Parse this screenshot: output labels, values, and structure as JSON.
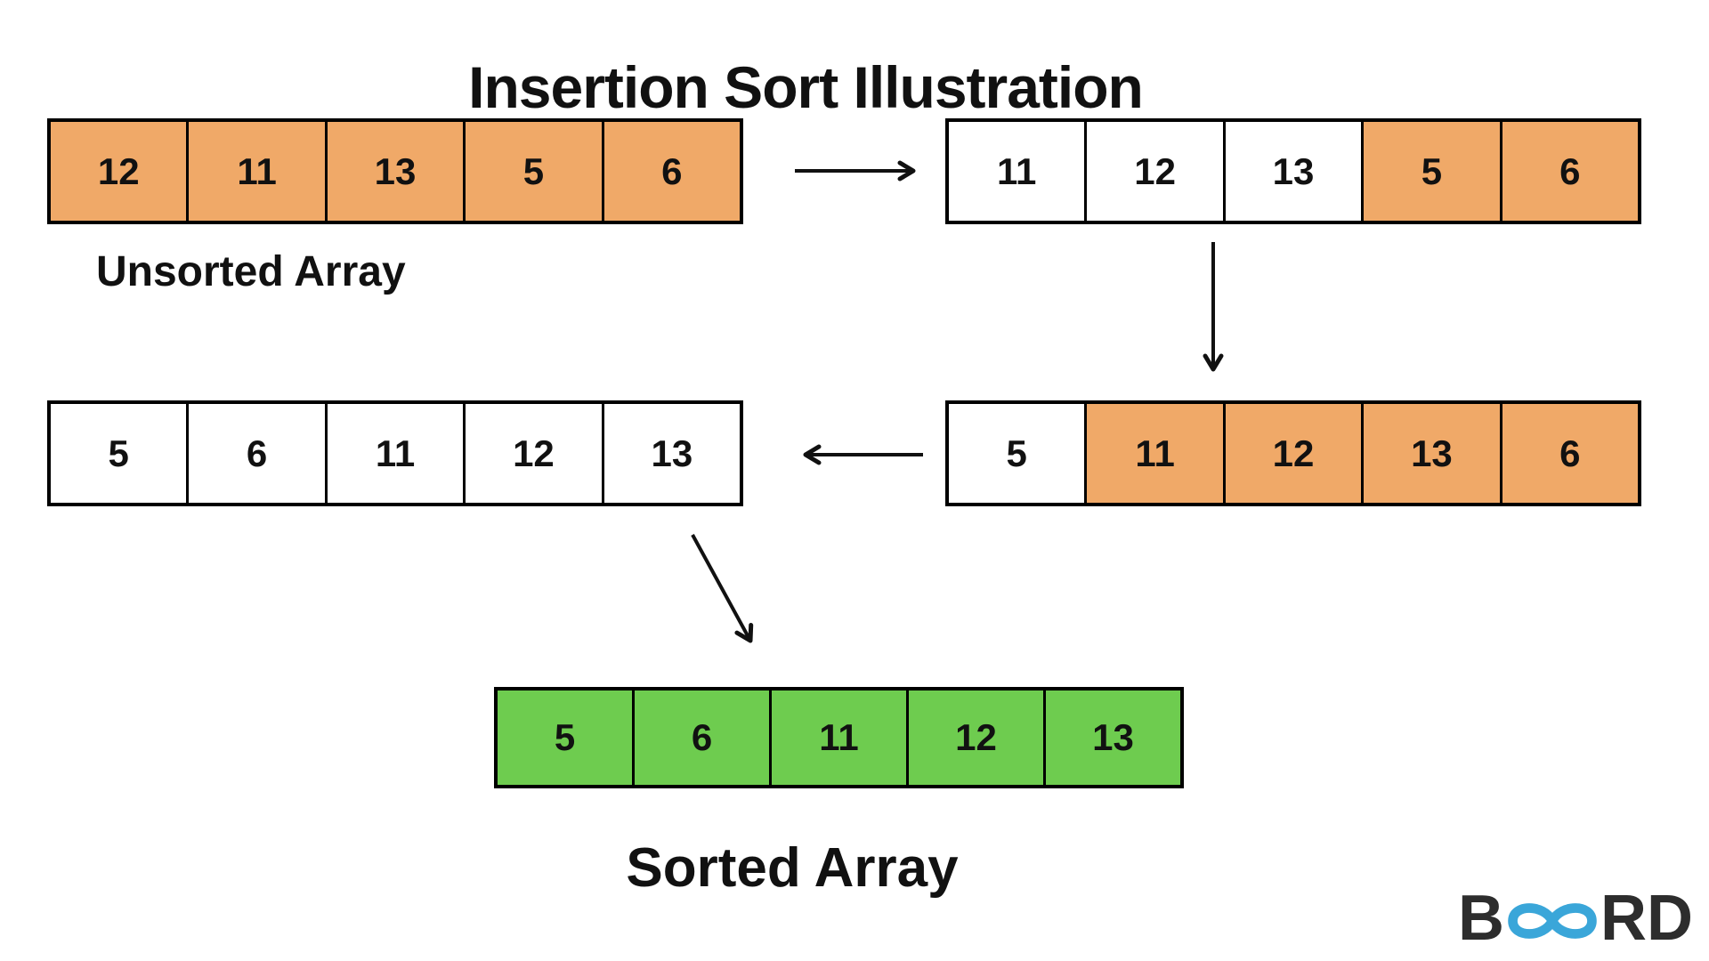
{
  "title": "Insertion Sort Illustration",
  "labels": {
    "unsorted": "Unsorted Array",
    "sorted": "Sorted Array"
  },
  "colors": {
    "orange": "#f0a968",
    "green": "#6ecc4f",
    "white": "#ffffff",
    "border": "#000000",
    "logo_dark": "#2d2d2d",
    "logo_blue": "#3aa6d9"
  },
  "arrays": [
    {
      "id": "unsorted",
      "cells": [
        {
          "value": "12",
          "fill": "orange"
        },
        {
          "value": "11",
          "fill": "orange"
        },
        {
          "value": "13",
          "fill": "orange"
        },
        {
          "value": "5",
          "fill": "orange"
        },
        {
          "value": "6",
          "fill": "orange"
        }
      ]
    },
    {
      "id": "step1",
      "cells": [
        {
          "value": "11",
          "fill": "white"
        },
        {
          "value": "12",
          "fill": "white"
        },
        {
          "value": "13",
          "fill": "white"
        },
        {
          "value": "5",
          "fill": "orange"
        },
        {
          "value": "6",
          "fill": "orange"
        }
      ]
    },
    {
      "id": "step2",
      "cells": [
        {
          "value": "5",
          "fill": "white"
        },
        {
          "value": "11",
          "fill": "orange"
        },
        {
          "value": "12",
          "fill": "orange"
        },
        {
          "value": "13",
          "fill": "orange"
        },
        {
          "value": "6",
          "fill": "orange"
        }
      ]
    },
    {
      "id": "step3",
      "cells": [
        {
          "value": "5",
          "fill": "white"
        },
        {
          "value": "6",
          "fill": "white"
        },
        {
          "value": "11",
          "fill": "white"
        },
        {
          "value": "12",
          "fill": "white"
        },
        {
          "value": "13",
          "fill": "white"
        }
      ]
    },
    {
      "id": "sorted",
      "cells": [
        {
          "value": "5",
          "fill": "green"
        },
        {
          "value": "6",
          "fill": "green"
        },
        {
          "value": "11",
          "fill": "green"
        },
        {
          "value": "12",
          "fill": "green"
        },
        {
          "value": "13",
          "fill": "green"
        }
      ]
    }
  ],
  "logo": {
    "prefix": "B",
    "suffix": "RD",
    "infinity_icon": "infinity-icon"
  }
}
